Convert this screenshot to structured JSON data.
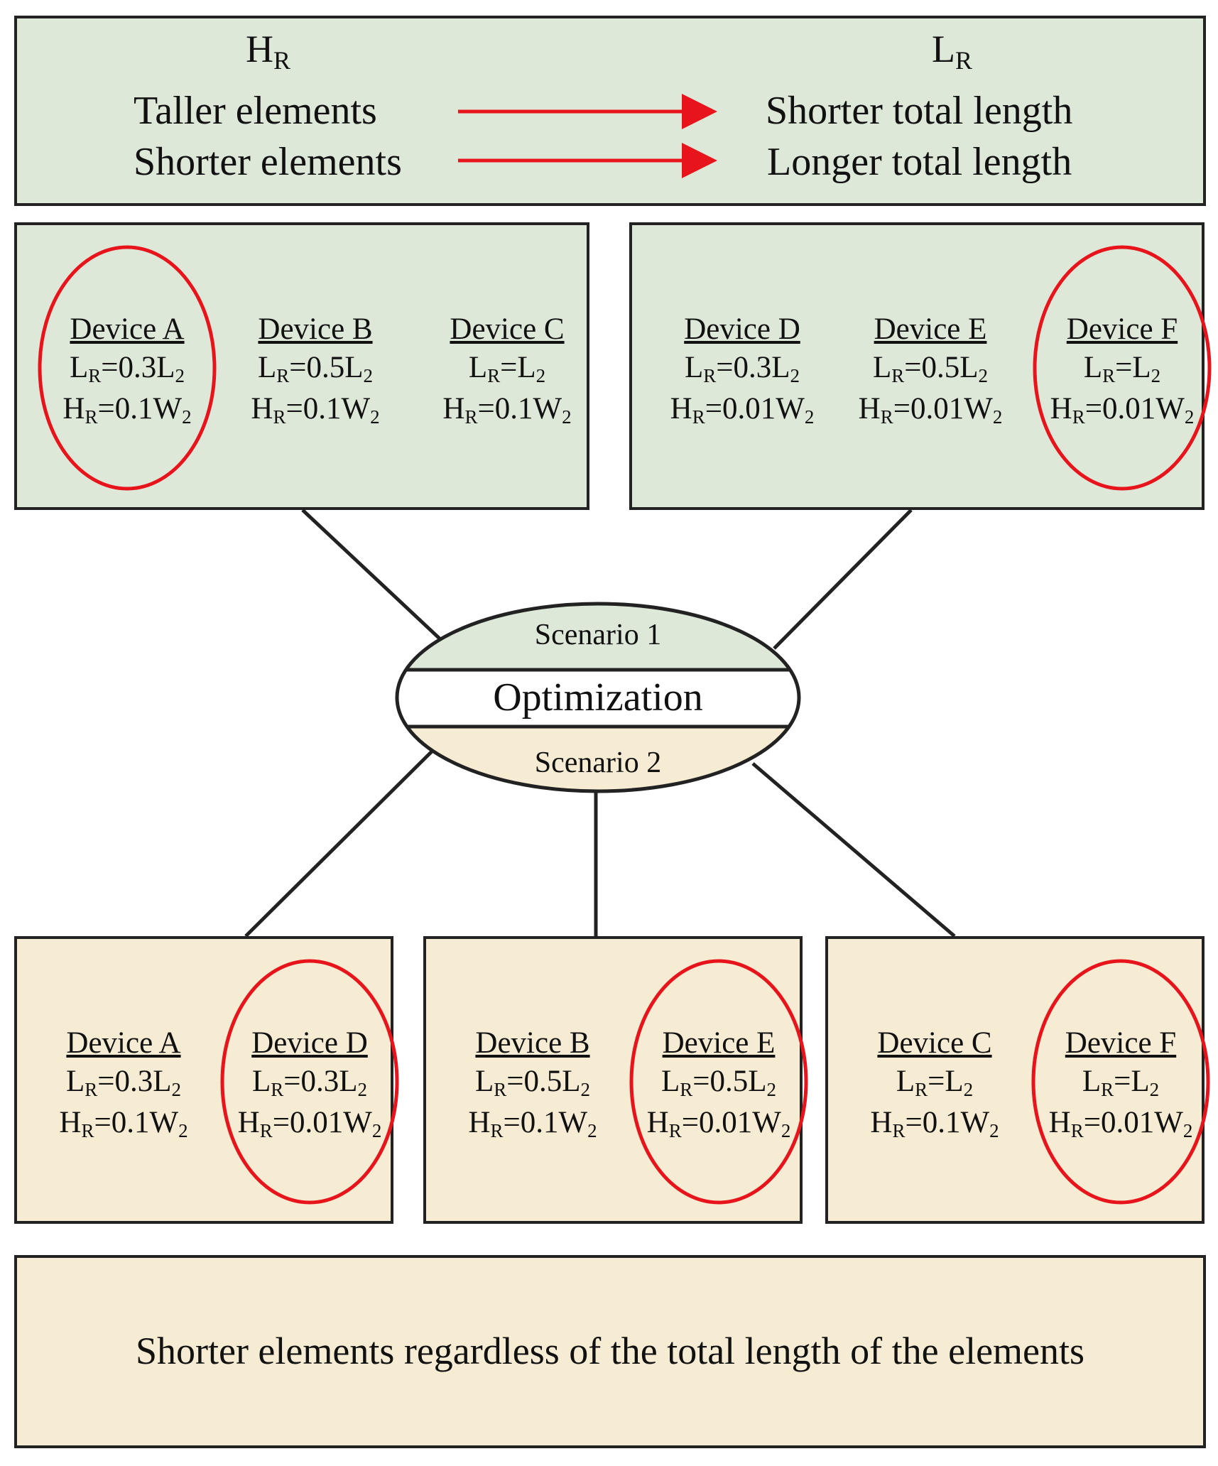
{
  "header": {
    "hr_label": "H",
    "hr_sub": "R",
    "lr_label": "L",
    "lr_sub": "R",
    "row1_left": "Taller elements",
    "row1_right": "Shorter total length",
    "row2_left": "Shorter elements",
    "row2_right": "Longer total length"
  },
  "scenario1_left": [
    {
      "name": "Device A",
      "l": [
        "L",
        "R",
        "=0.3L",
        "2"
      ],
      "h": [
        "H",
        "R",
        "=0.1W",
        "2"
      ],
      "circled": true
    },
    {
      "name": "Device B",
      "l": [
        "L",
        "R",
        "=0.5L",
        "2"
      ],
      "h": [
        "H",
        "R",
        "=0.1W",
        "2"
      ],
      "circled": false
    },
    {
      "name": "Device C",
      "l": [
        "L",
        "R",
        "=L",
        "2"
      ],
      "h": [
        "H",
        "R",
        "=0.1W",
        "2"
      ],
      "circled": false
    }
  ],
  "scenario1_right": [
    {
      "name": "Device D",
      "l": [
        "L",
        "R",
        "=0.3L",
        "2"
      ],
      "h": [
        "H",
        "R",
        "=0.01W",
        "2"
      ],
      "circled": false
    },
    {
      "name": "Device E",
      "l": [
        "L",
        "R",
        "=0.5L",
        "2"
      ],
      "h": [
        "H",
        "R",
        "=0.01W",
        "2"
      ],
      "circled": false
    },
    {
      "name": "Device F",
      "l": [
        "L",
        "R",
        "=L",
        "2"
      ],
      "h": [
        "H",
        "R",
        "=0.01W",
        "2"
      ],
      "circled": true
    }
  ],
  "center": {
    "scenario1": "Scenario 1",
    "optimization": "Optimization",
    "scenario2": "Scenario 2"
  },
  "scenario2_boxes": [
    [
      {
        "name": "Device A",
        "l": [
          "L",
          "R",
          "=0.3L",
          "2"
        ],
        "h": [
          "H",
          "R",
          "=0.1W",
          "2"
        ],
        "circled": false
      },
      {
        "name": "Device D",
        "l": [
          "L",
          "R",
          "=0.3L",
          "2"
        ],
        "h": [
          "H",
          "R",
          "=0.01W",
          "2"
        ],
        "circled": true
      }
    ],
    [
      {
        "name": "Device B",
        "l": [
          "L",
          "R",
          "=0.5L",
          "2"
        ],
        "h": [
          "H",
          "R",
          "=0.1W",
          "2"
        ],
        "circled": false
      },
      {
        "name": "Device E",
        "l": [
          "L",
          "R",
          "=0.5L",
          "2"
        ],
        "h": [
          "H",
          "R",
          "=0.01W",
          "2"
        ],
        "circled": true
      }
    ],
    [
      {
        "name": "Device C",
        "l": [
          "L",
          "R",
          "=L",
          "2"
        ],
        "h": [
          "H",
          "R",
          "=0.1W",
          "2"
        ],
        "circled": false
      },
      {
        "name": "Device F",
        "l": [
          "L",
          "R",
          "=L",
          "2"
        ],
        "h": [
          "H",
          "R",
          "=0.01W",
          "2"
        ],
        "circled": true
      }
    ]
  ],
  "footer": {
    "text": "Shorter elements regardless of the total length of the elements"
  },
  "colors": {
    "scenario1_fill": "#dde8d9",
    "scenario2_fill": "#f6ecd3",
    "highlight": "#e8141c",
    "line": "#222222"
  }
}
